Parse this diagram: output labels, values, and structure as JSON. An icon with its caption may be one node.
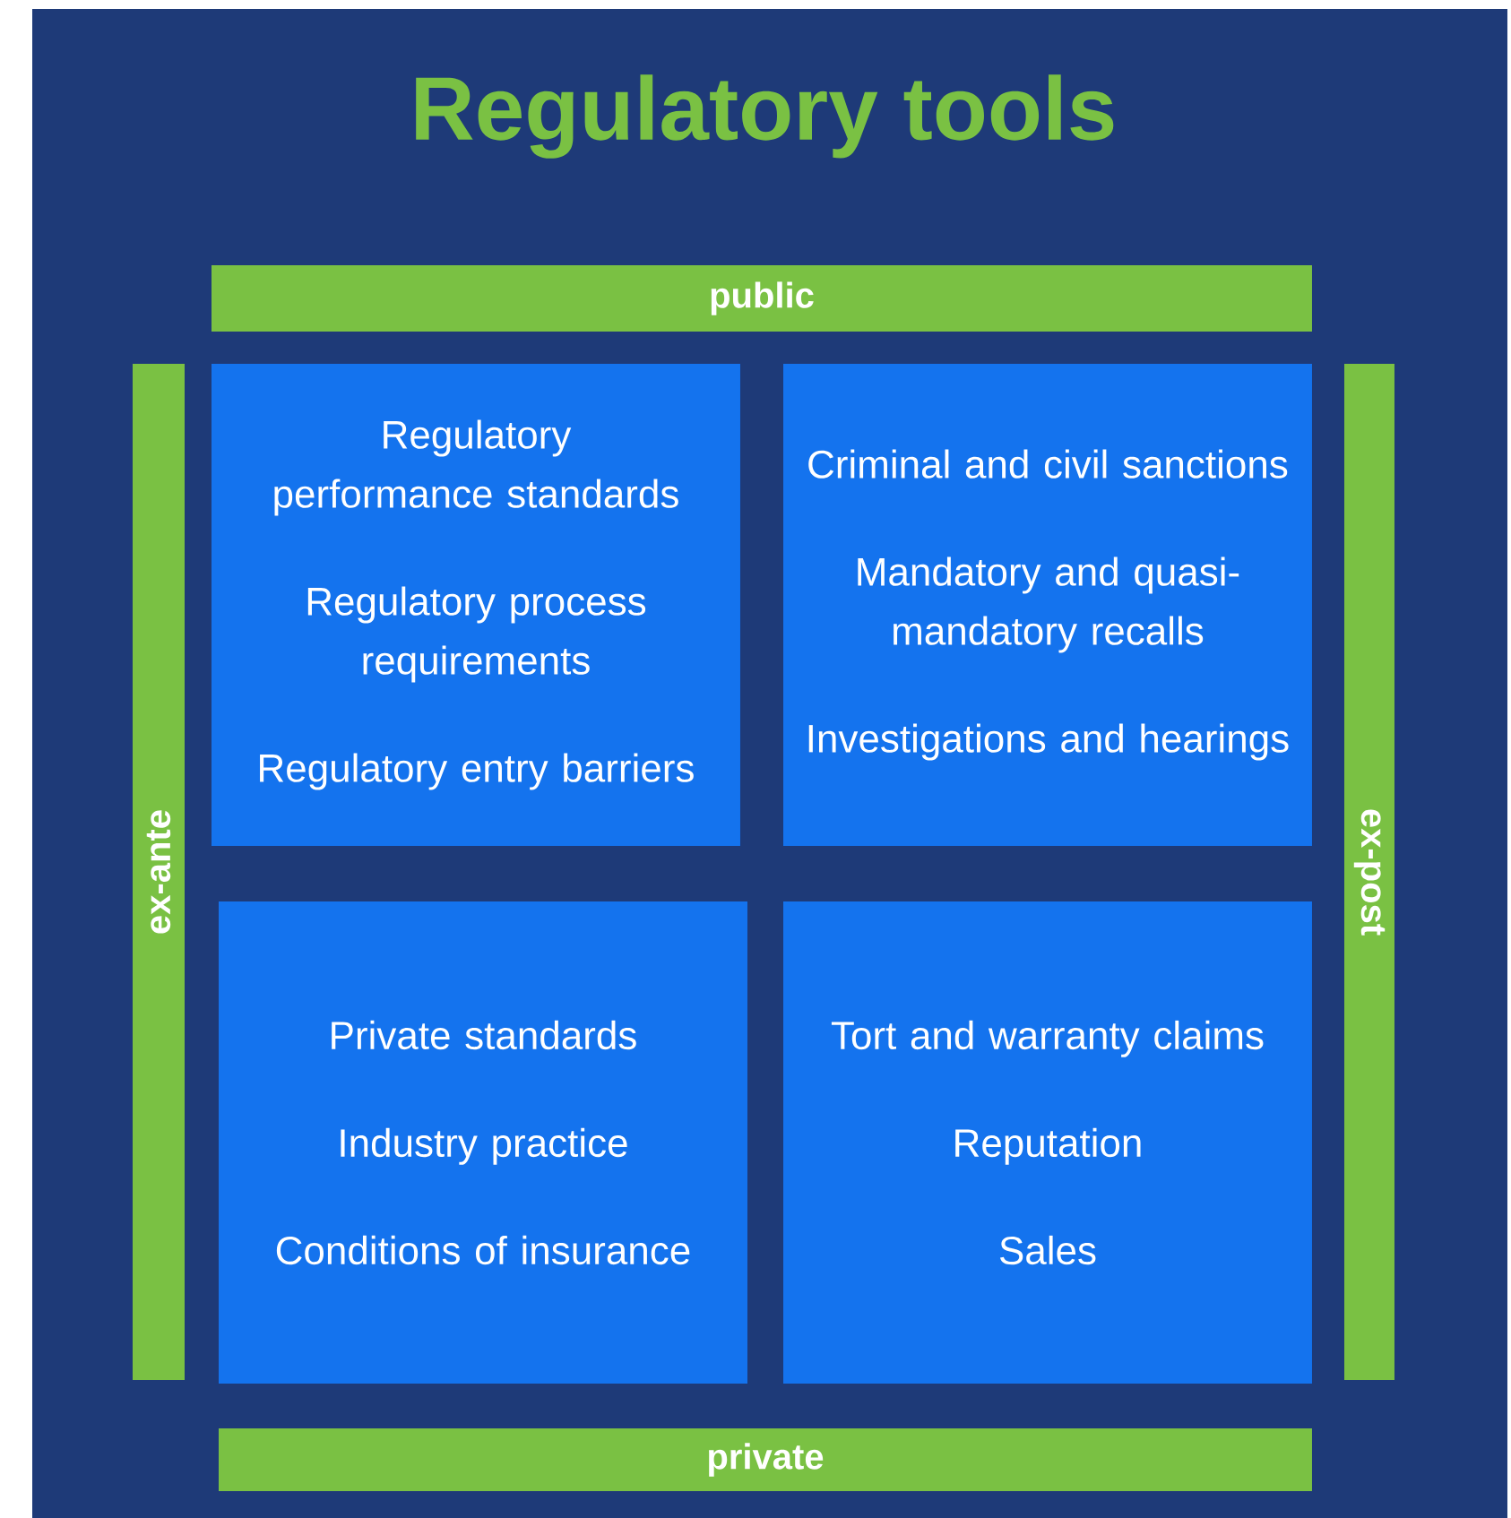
{
  "diagram": {
    "title": "Regulatory tools",
    "nodes": [
      {
        "text": [
          "public"
        ]
      },
      {
        "text": [
          "ex-ante"
        ]
      },
      {
        "text": [
          "Regulatory performance standards",
          "Regulatory process requirements",
          "Regulatory entry barriers"
        ]
      },
      {
        "text": [
          "Criminal and civil sanctions",
          "Mandatory and quasi-mandatory recalls",
          "Investigations and hearings"
        ]
      },
      {
        "text": [
          "ex-post"
        ]
      },
      {
        "text": [
          "Private standards",
          "Industry practice",
          "Conditions of insurance"
        ]
      },
      {
        "text": [
          "Tort and warranty claims",
          "Reputation",
          "Sales"
        ]
      },
      {
        "text": [
          "private"
        ]
      }
    ]
  }
}
